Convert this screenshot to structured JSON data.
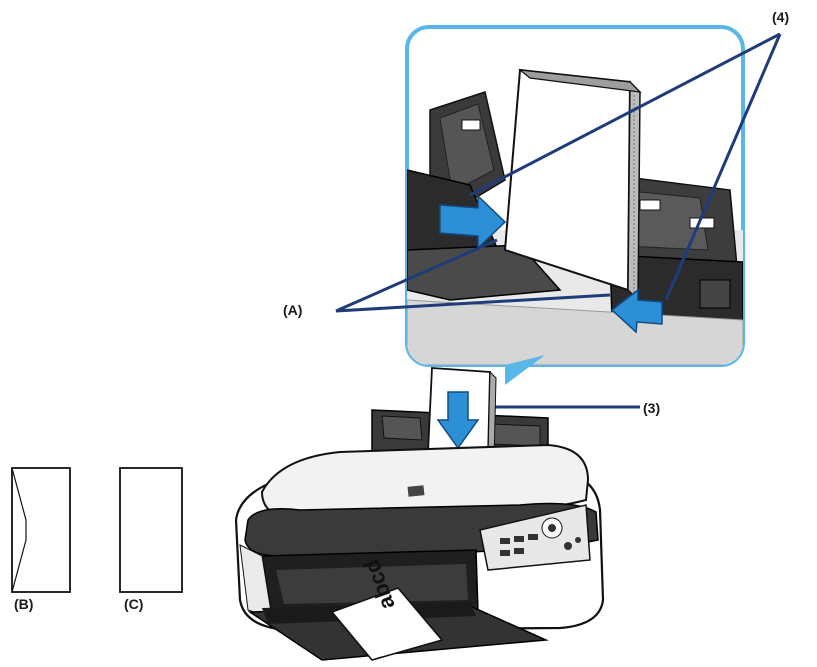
{
  "labels": {
    "guides": "(4)",
    "edge": "(A)",
    "feed": "(3)",
    "envelope_back": "(B)",
    "envelope_front": "(C)"
  },
  "output_paper_text": "abcd",
  "colors": {
    "callout_line": "#1f3c7a",
    "arrow_blue": "#2d8fd5",
    "zoom_border": "#58b7e6",
    "zoom_background": "#ffffff"
  },
  "icons": [
    "canon-logo-icon",
    "control-panel-icon"
  ]
}
